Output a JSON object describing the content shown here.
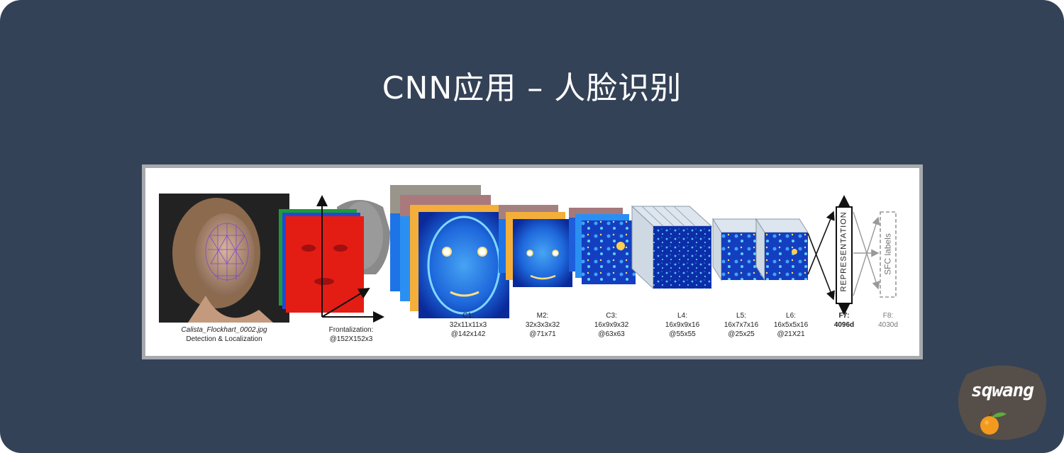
{
  "slide": {
    "title": "CNN应用 – 人脸识别",
    "background_color": "#344257"
  },
  "figure": {
    "input": {
      "filename": "Calista_Flockhart_0002.jpg",
      "caption": "Detection & Localization"
    },
    "frontalization": {
      "label": "Frontalization:",
      "dims": "@152X152x3"
    },
    "layers": [
      {
        "name": "C1:",
        "filter": "32x11x11x3",
        "size": "@142x142"
      },
      {
        "name": "M2:",
        "filter": "32x3x3x32",
        "size": "@71x71"
      },
      {
        "name": "C3:",
        "filter": "16x9x9x32",
        "size": "@63x63"
      },
      {
        "name": "L4:",
        "filter": "16x9x9x16",
        "size": "@55x55"
      },
      {
        "name": "L5:",
        "filter": "16x7x7x16",
        "size": "@25x25"
      },
      {
        "name": "L6:",
        "filter": "16x5x5x16",
        "size": "@21X21"
      }
    ],
    "f7": {
      "name": "F7:",
      "dims": "4096d",
      "box_label": "REPRESENTATION"
    },
    "f8": {
      "name": "F8:",
      "dims": "4030d",
      "box_label": "SFC labels"
    }
  },
  "logo": {
    "text": "sqwang",
    "icon": "orange-icon"
  }
}
